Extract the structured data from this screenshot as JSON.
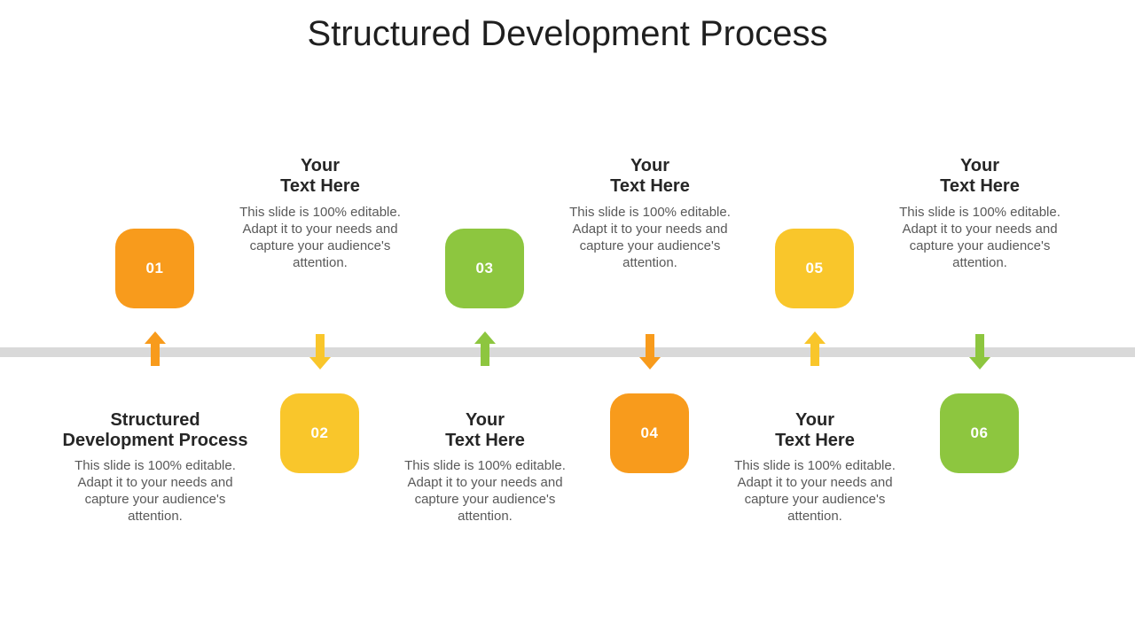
{
  "title": "Structured Development Process",
  "colors": {
    "orange": "#F89B1C",
    "yellow": "#F9C62B",
    "green": "#8DC63F",
    "timeline": "#D9D9D9",
    "title-text": "#1F1F1F",
    "heading-text": "#262626",
    "body-text": "#595959",
    "number-text": "#FFFFFF"
  },
  "steps": [
    {
      "number": "01",
      "color": "orange",
      "box_row": "top",
      "arrow_direction": "up",
      "heading_line1": "Structured",
      "heading_line2": "Development Process",
      "body": "This slide is 100% editable. Adapt it to your needs and capture your audience's attention."
    },
    {
      "number": "02",
      "color": "yellow",
      "box_row": "bottom",
      "arrow_direction": "down",
      "heading_line1": "Your",
      "heading_line2": "Text Here",
      "body": "This slide is 100% editable. Adapt it to your needs and capture your audience's attention."
    },
    {
      "number": "03",
      "color": "green",
      "box_row": "top",
      "arrow_direction": "up",
      "heading_line1": "Your",
      "heading_line2": "Text Here",
      "body": "This slide is 100% editable. Adapt it to your needs and capture your audience's attention."
    },
    {
      "number": "04",
      "color": "orange",
      "box_row": "bottom",
      "arrow_direction": "down",
      "heading_line1": "Your",
      "heading_line2": "Text Here",
      "body": "This slide is 100% editable. Adapt it to your needs and capture your audience's attention."
    },
    {
      "number": "05",
      "color": "yellow",
      "box_row": "top",
      "arrow_direction": "up",
      "heading_line1": "Your",
      "heading_line2": "Text Here",
      "body": "This slide is 100% editable. Adapt it to your needs and capture your audience's attention."
    },
    {
      "number": "06",
      "color": "green",
      "box_row": "bottom",
      "arrow_direction": "down",
      "heading_line1": "Your",
      "heading_line2": "Text Here",
      "body": "This slide is 100% editable. Adapt it to your needs and capture your audience's attention."
    }
  ]
}
